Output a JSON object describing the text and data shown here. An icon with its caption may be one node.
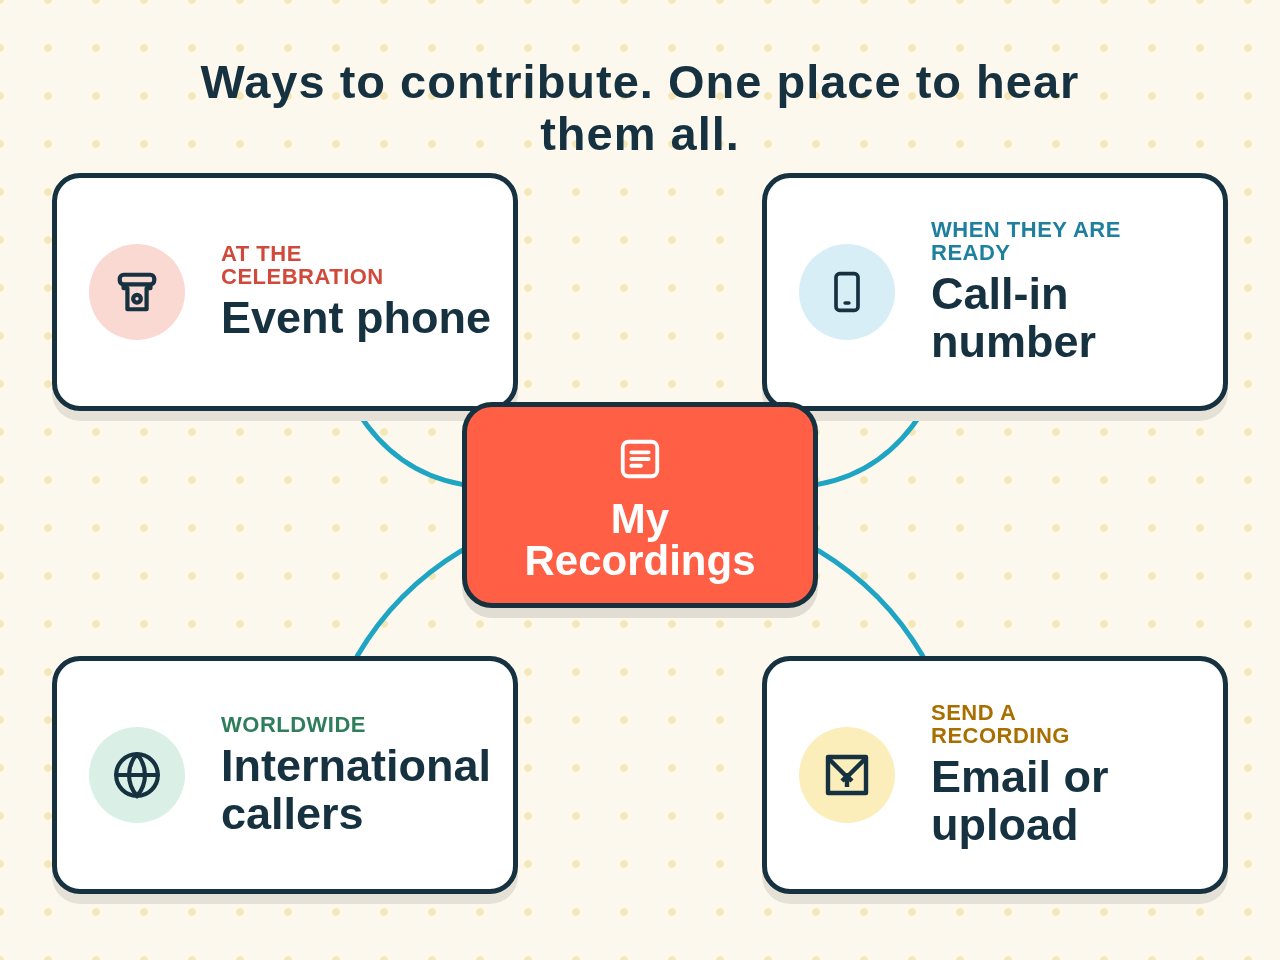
{
  "diagram": {
    "title": "Ways to contribute. One place to hear them all.",
    "nodes": [
      {
        "text": [
          "AT THE CELEBRATION",
          "Event phone"
        ]
      },
      {
        "text": [
          "WHEN THEY ARE READY",
          "Call-in number"
        ]
      },
      {
        "text": [
          "My Recordings"
        ]
      },
      {
        "text": [
          "WORLDWIDE",
          "International callers"
        ]
      },
      {
        "text": [
          "SEND A RECORDING",
          "Email or upload"
        ]
      }
    ],
    "edges": [
      {
        "from": 0,
        "to": 2,
        "arrow": "none"
      },
      {
        "from": 1,
        "to": 2,
        "arrow": "none"
      },
      {
        "from": 3,
        "to": 2,
        "arrow": "none"
      },
      {
        "from": 4,
        "to": 2,
        "arrow": "none"
      }
    ]
  }
}
